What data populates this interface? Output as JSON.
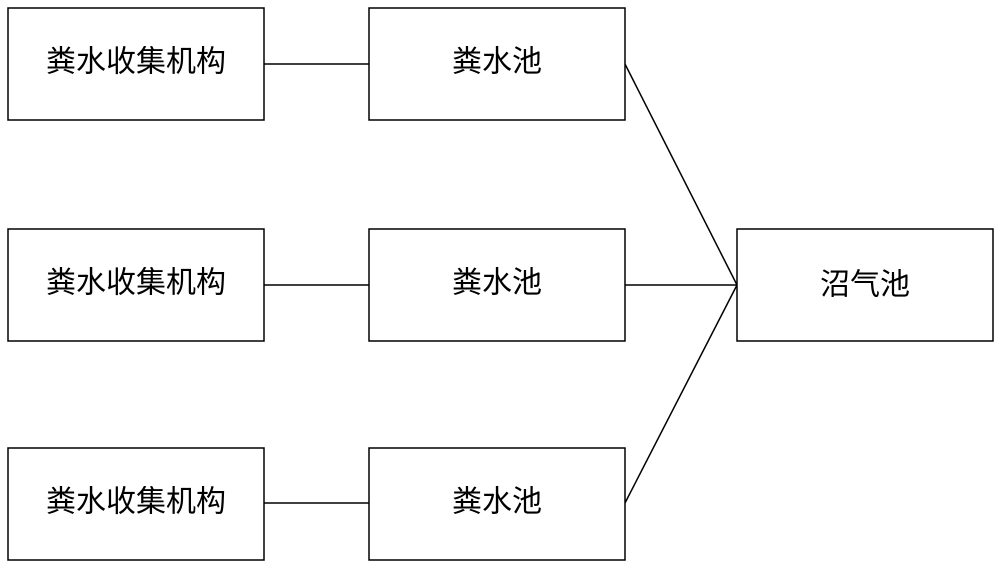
{
  "diagram": {
    "collectors": [
      {
        "label": "粪水收集机构"
      },
      {
        "label": "粪水收集机构"
      },
      {
        "label": "粪水收集机构"
      }
    ],
    "tanks": [
      {
        "label": "粪水池"
      },
      {
        "label": "粪水池"
      },
      {
        "label": "粪水池"
      }
    ],
    "digester": {
      "label": "沼气池"
    }
  }
}
